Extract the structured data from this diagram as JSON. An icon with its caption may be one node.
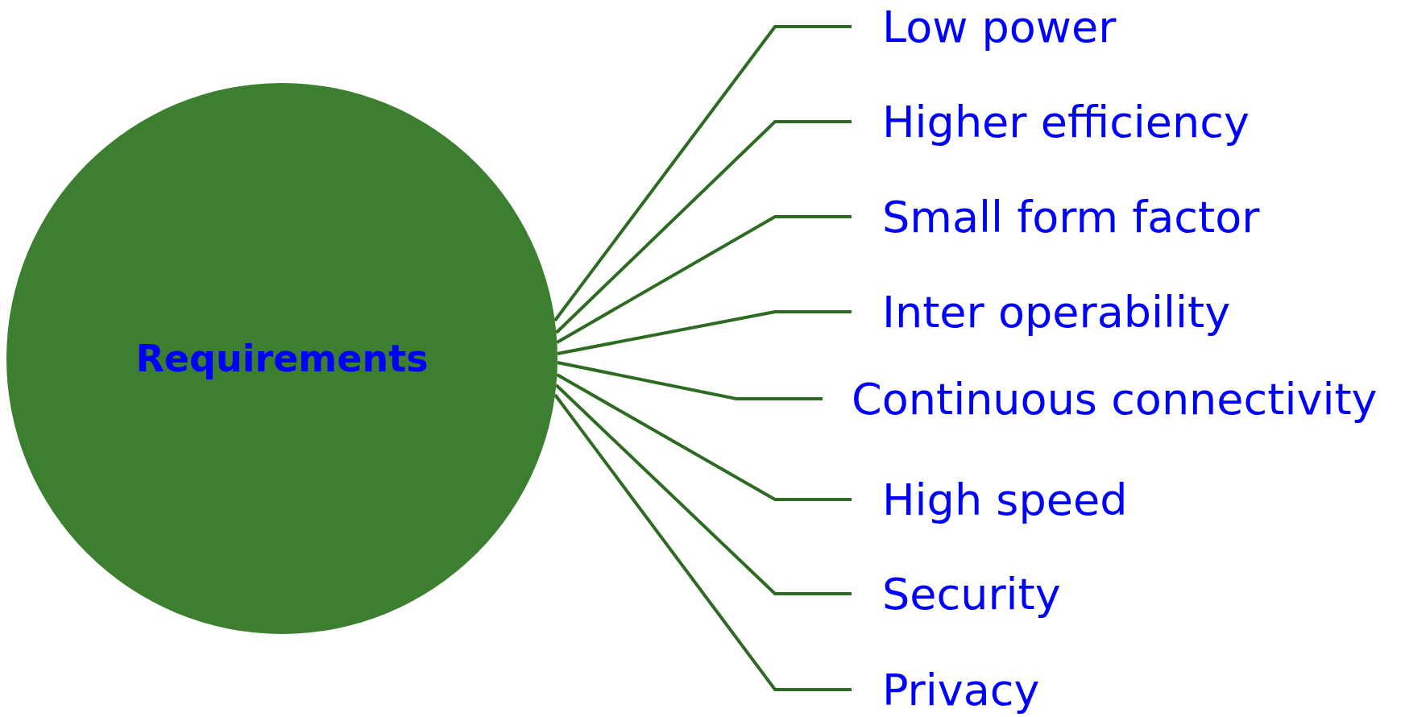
{
  "diagram": {
    "nodes": [
      {
        "text": [
          "Requirements"
        ]
      },
      {
        "text": [
          "Low power"
        ]
      },
      {
        "text": [
          "Higher efficiency"
        ]
      },
      {
        "text": [
          "Small form factor"
        ]
      },
      {
        "text": [
          "Inter operability"
        ]
      },
      {
        "text": [
          "Continuous connectivity"
        ]
      },
      {
        "text": [
          "High speed"
        ]
      },
      {
        "text": [
          "Security"
        ]
      },
      {
        "text": [
          "Privacy"
        ]
      }
    ],
    "edges": [
      {
        "from": 0,
        "to": 1,
        "arrow": "none"
      },
      {
        "from": 0,
        "to": 2,
        "arrow": "none"
      },
      {
        "from": 0,
        "to": 3,
        "arrow": "none"
      },
      {
        "from": 0,
        "to": 4,
        "arrow": "none"
      },
      {
        "from": 0,
        "to": 5,
        "arrow": "none"
      },
      {
        "from": 0,
        "to": 6,
        "arrow": "none"
      },
      {
        "from": 0,
        "to": 7,
        "arrow": "none"
      },
      {
        "from": 0,
        "to": 8,
        "arrow": "none"
      }
    ]
  }
}
